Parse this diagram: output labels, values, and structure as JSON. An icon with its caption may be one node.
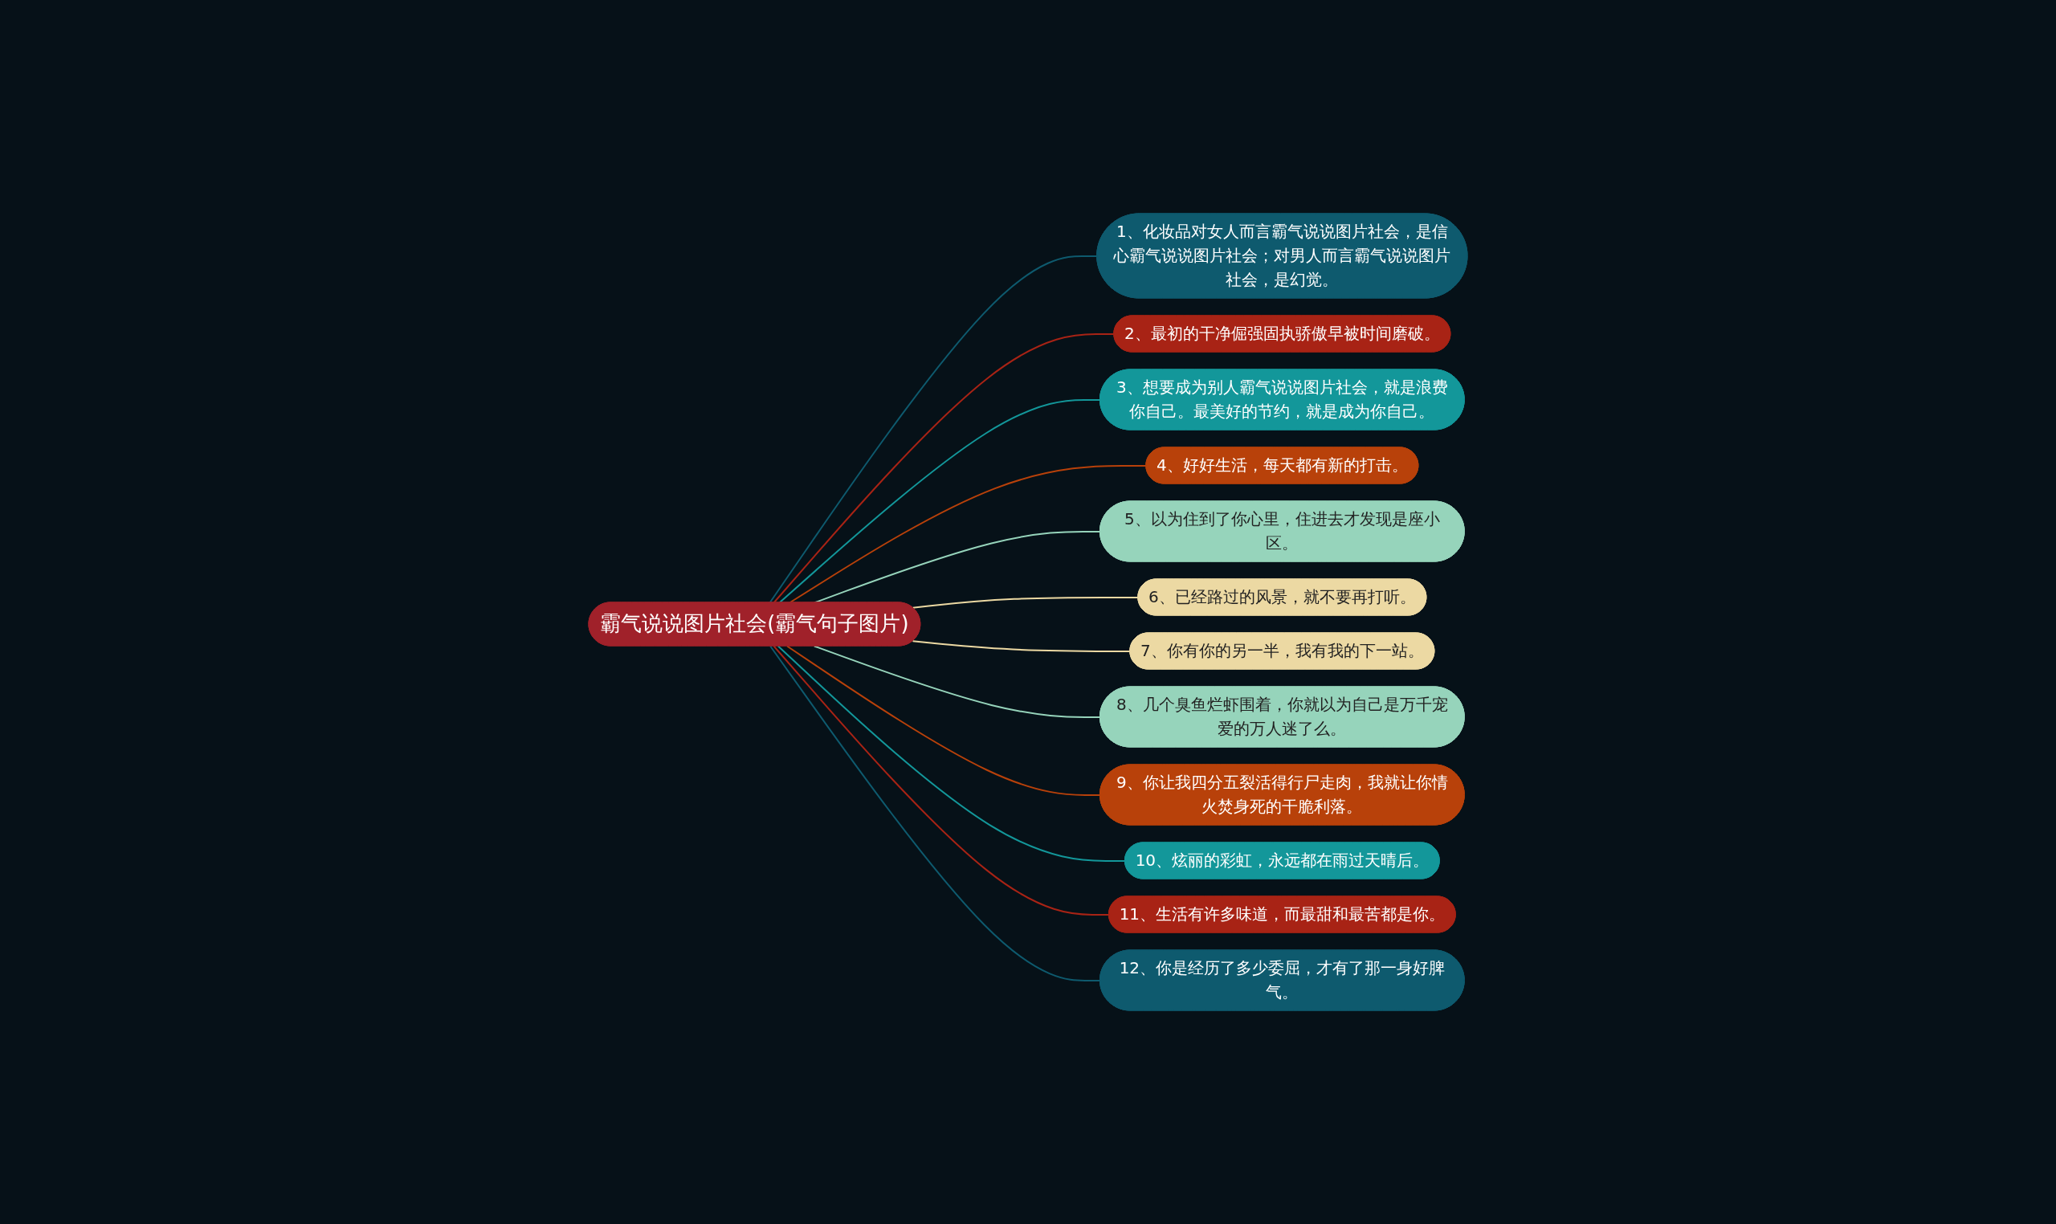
{
  "diagram": {
    "nodes": [
      {
        "text": [
          "霸气说说图片社会(霸气句子图片)"
        ]
      },
      {
        "text": [
          "1、化妆品对女人而言霸气说说图片社会，是信心霸气说说图片社会；对男人而言霸气说说图片社会，是幻觉。"
        ]
      },
      {
        "text": [
          "2、最初的干净倔强固执骄傲早被时间磨破。"
        ]
      },
      {
        "text": [
          "3、想要成为别人霸气说说图片社会，就是浪费你自己。最美好的节约，就是成为你自己。"
        ]
      },
      {
        "text": [
          "4、好好生活，每天都有新的打击。"
        ]
      },
      {
        "text": [
          "5、以为住到了你心里，住进去才发现是座小区。"
        ]
      },
      {
        "text": [
          "6、已经路过的风景，就不要再打听。"
        ]
      },
      {
        "text": [
          "7、你有你的另一半，我有我的下一站。"
        ]
      },
      {
        "text": [
          "8、几个臭鱼烂虾围着，你就以为自己是万千宠爱的万人迷了么。"
        ]
      },
      {
        "text": [
          "9、你让我四分五裂活得行尸走肉，我就让你情火焚身死的干脆利落。"
        ]
      },
      {
        "text": [
          "10、炫丽的彩虹，永远都在雨过天晴后。"
        ]
      },
      {
        "text": [
          "11、生活有许多味道，而最甜和最苦都是你。"
        ]
      },
      {
        "text": [
          "12、你是经历了多少委屈，才有了那一身好脾气。"
        ]
      }
    ],
    "edges": [
      {
        "from": 0,
        "to": 1,
        "arrow": "none",
        "color": "#0e5a6e"
      },
      {
        "from": 0,
        "to": 2,
        "arrow": "none",
        "color": "#a82315"
      },
      {
        "from": 0,
        "to": 3,
        "arrow": "none",
        "color": "#13979a"
      },
      {
        "from": 0,
        "to": 4,
        "arrow": "none",
        "color": "#b8410a"
      },
      {
        "from": 0,
        "to": 5,
        "arrow": "none",
        "color": "#96d4bb"
      },
      {
        "from": 0,
        "to": 6,
        "arrow": "none",
        "color": "#ecd9a3"
      },
      {
        "from": 0,
        "to": 7,
        "arrow": "none",
        "color": "#ecd9a3"
      },
      {
        "from": 0,
        "to": 8,
        "arrow": "none",
        "color": "#96d4bb"
      },
      {
        "from": 0,
        "to": 9,
        "arrow": "none",
        "color": "#b8410a"
      },
      {
        "from": 0,
        "to": 10,
        "arrow": "none",
        "color": "#13979a"
      },
      {
        "from": 0,
        "to": 11,
        "arrow": "none",
        "color": "#a82315"
      },
      {
        "from": 0,
        "to": 12,
        "arrow": "none",
        "color": "#0e5a6e"
      }
    ]
  }
}
